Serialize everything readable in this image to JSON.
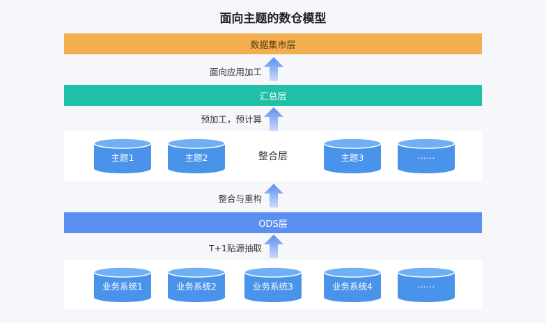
{
  "title": "面向主题的数仓模型",
  "colors": {
    "mart": "#f2ae4f",
    "summary": "#1fbfa8",
    "ods": "#5b8ff0",
    "cylinder": "#4a93ea",
    "arrow": "#6f9ff2"
  },
  "layers": {
    "mart": "数据集市层",
    "summary": "汇总层",
    "integration": "整合层",
    "ods": "ODS层"
  },
  "connectors": [
    "面向应用加工",
    "预加工，预计算",
    "整合与重构",
    "T+1贴源抽取"
  ],
  "topics": [
    "主题1",
    "主题2",
    "主题3",
    "……"
  ],
  "systems": [
    "业务系统1",
    "业务系统2",
    "业务系统3",
    "业务系统4",
    "……"
  ]
}
